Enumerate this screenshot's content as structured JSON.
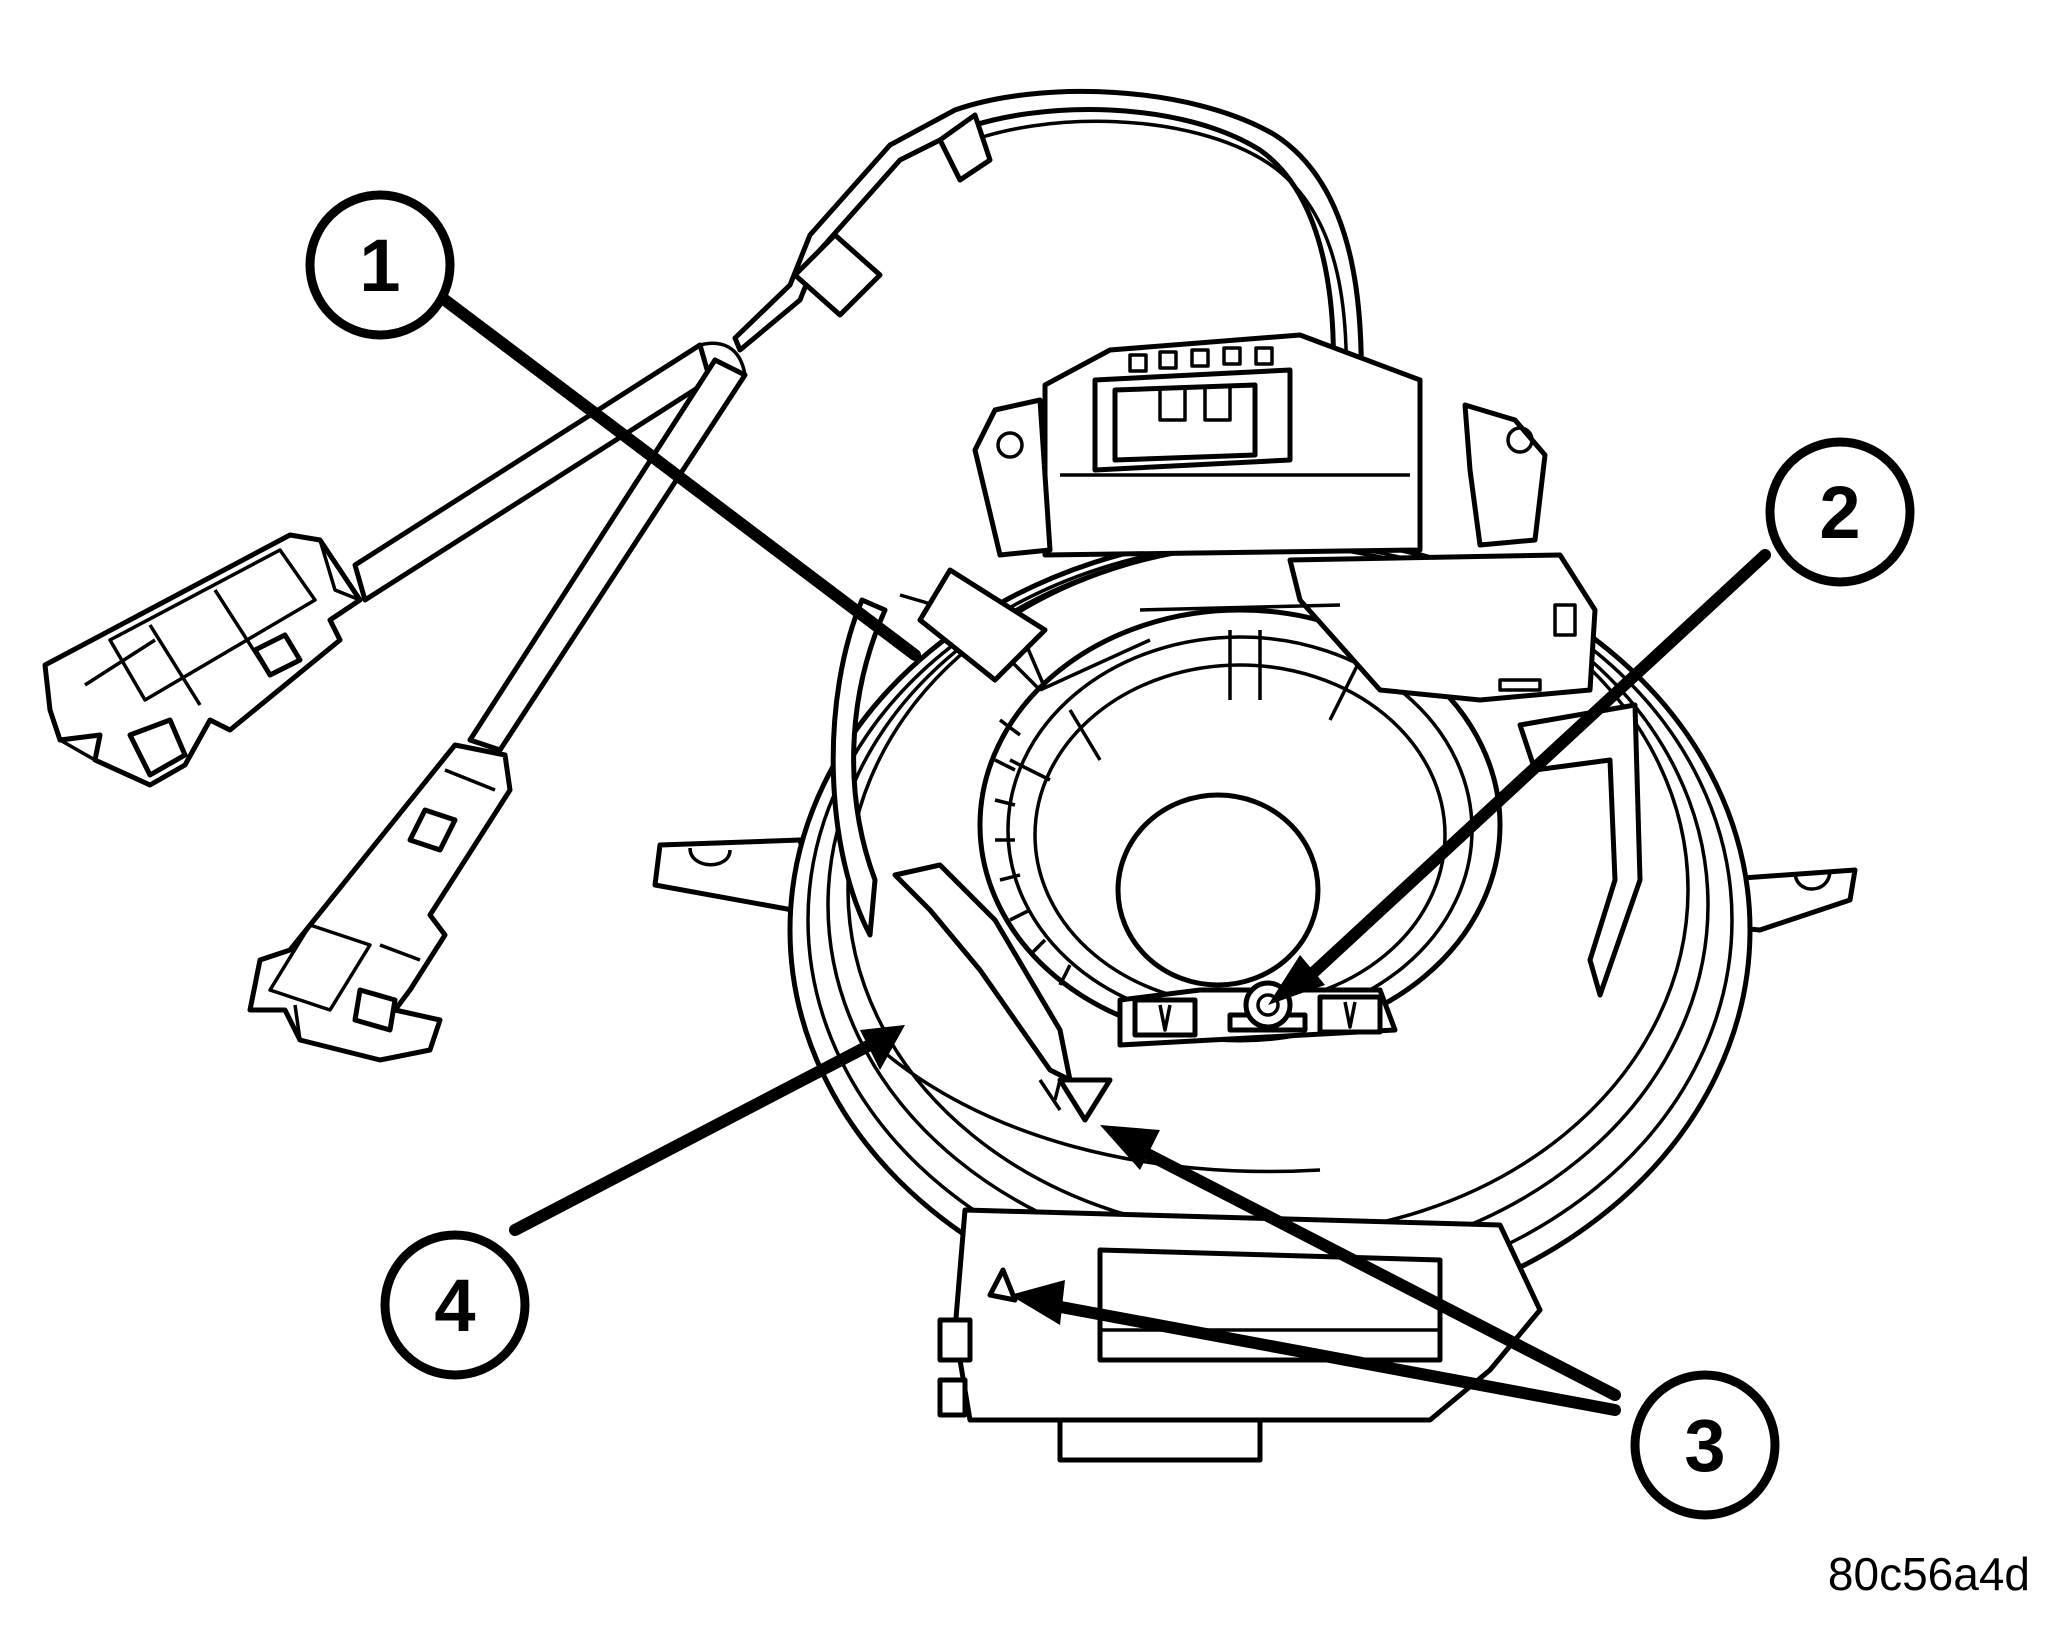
{
  "figure": {
    "id_code": "80c56a4d"
  },
  "callouts": [
    {
      "number": "1"
    },
    {
      "number": "2"
    },
    {
      "number": "3"
    },
    {
      "number": "4"
    }
  ],
  "colors": {
    "line": "#000000",
    "background": "#ffffff"
  }
}
